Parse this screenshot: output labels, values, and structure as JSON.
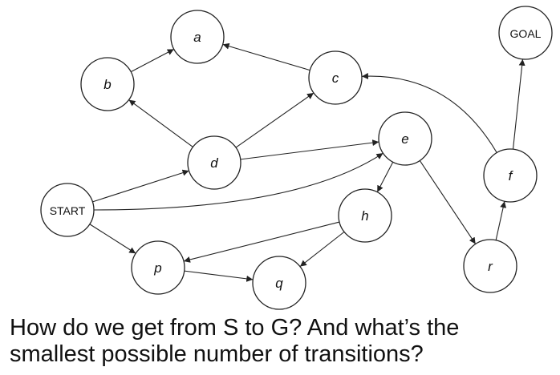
{
  "diagram": {
    "nodes": [
      {
        "id": "a",
        "label": "a",
        "italic": true
      },
      {
        "id": "b",
        "label": "b",
        "italic": true
      },
      {
        "id": "c",
        "label": "c",
        "italic": true
      },
      {
        "id": "d",
        "label": "d",
        "italic": true
      },
      {
        "id": "e",
        "label": "e",
        "italic": true
      },
      {
        "id": "f",
        "label": "f",
        "italic": true
      },
      {
        "id": "h",
        "label": "h",
        "italic": true
      },
      {
        "id": "p",
        "label": "p",
        "italic": true
      },
      {
        "id": "q",
        "label": "q",
        "italic": true
      },
      {
        "id": "r",
        "label": "r",
        "italic": true
      },
      {
        "id": "start",
        "label": "START",
        "italic": false
      },
      {
        "id": "goal",
        "label": "GOAL",
        "italic": false
      }
    ],
    "edges": [
      {
        "from": "b",
        "to": "a"
      },
      {
        "from": "c",
        "to": "a"
      },
      {
        "from": "d",
        "to": "b"
      },
      {
        "from": "d",
        "to": "c"
      },
      {
        "from": "d",
        "to": "e"
      },
      {
        "from": "start",
        "to": "d"
      },
      {
        "from": "start",
        "to": "e"
      },
      {
        "from": "start",
        "to": "p"
      },
      {
        "from": "e",
        "to": "h"
      },
      {
        "from": "e",
        "to": "r"
      },
      {
        "from": "h",
        "to": "p"
      },
      {
        "from": "h",
        "to": "q"
      },
      {
        "from": "p",
        "to": "q"
      },
      {
        "from": "r",
        "to": "f"
      },
      {
        "from": "f",
        "to": "c"
      },
      {
        "from": "f",
        "to": "goal"
      }
    ]
  },
  "caption": {
    "line1": "How do we get from S to G?  And what’s the",
    "line2": "smallest possible number of transitions?"
  },
  "colors": {
    "stroke": "#222222",
    "text": "#111111",
    "background": "#ffffff"
  }
}
